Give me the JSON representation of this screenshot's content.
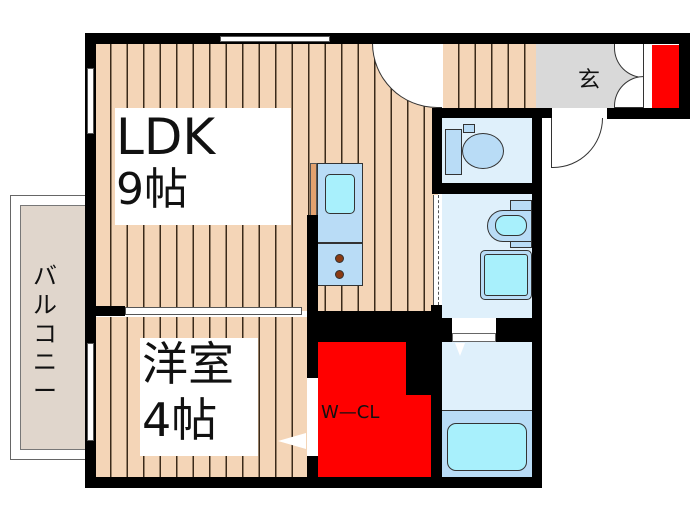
{
  "floorplan": {
    "rooms": {
      "ldk": {
        "name": "LDK",
        "size": "9帖"
      },
      "western": {
        "name": "洋室",
        "size": "4帖"
      },
      "wcl": {
        "name": "W—CL"
      },
      "entrance": {
        "name": "玄"
      },
      "balcony": {
        "name": "バルコニー",
        "chars": [
          "バ",
          "ル",
          "コ",
          "ニ",
          "ー"
        ]
      }
    },
    "colors": {
      "wall": "#000000",
      "wood_floor": "#f4d5b7",
      "wet_area": "#dff0fb",
      "fixture": "#b9dcf6",
      "fixture_inner": "#a8f0fc",
      "closet": "#ff0000",
      "entrance_floor": "#d9d9d9",
      "balcony": "#e0d6cc",
      "stove_burner": "#8b3a12"
    }
  }
}
